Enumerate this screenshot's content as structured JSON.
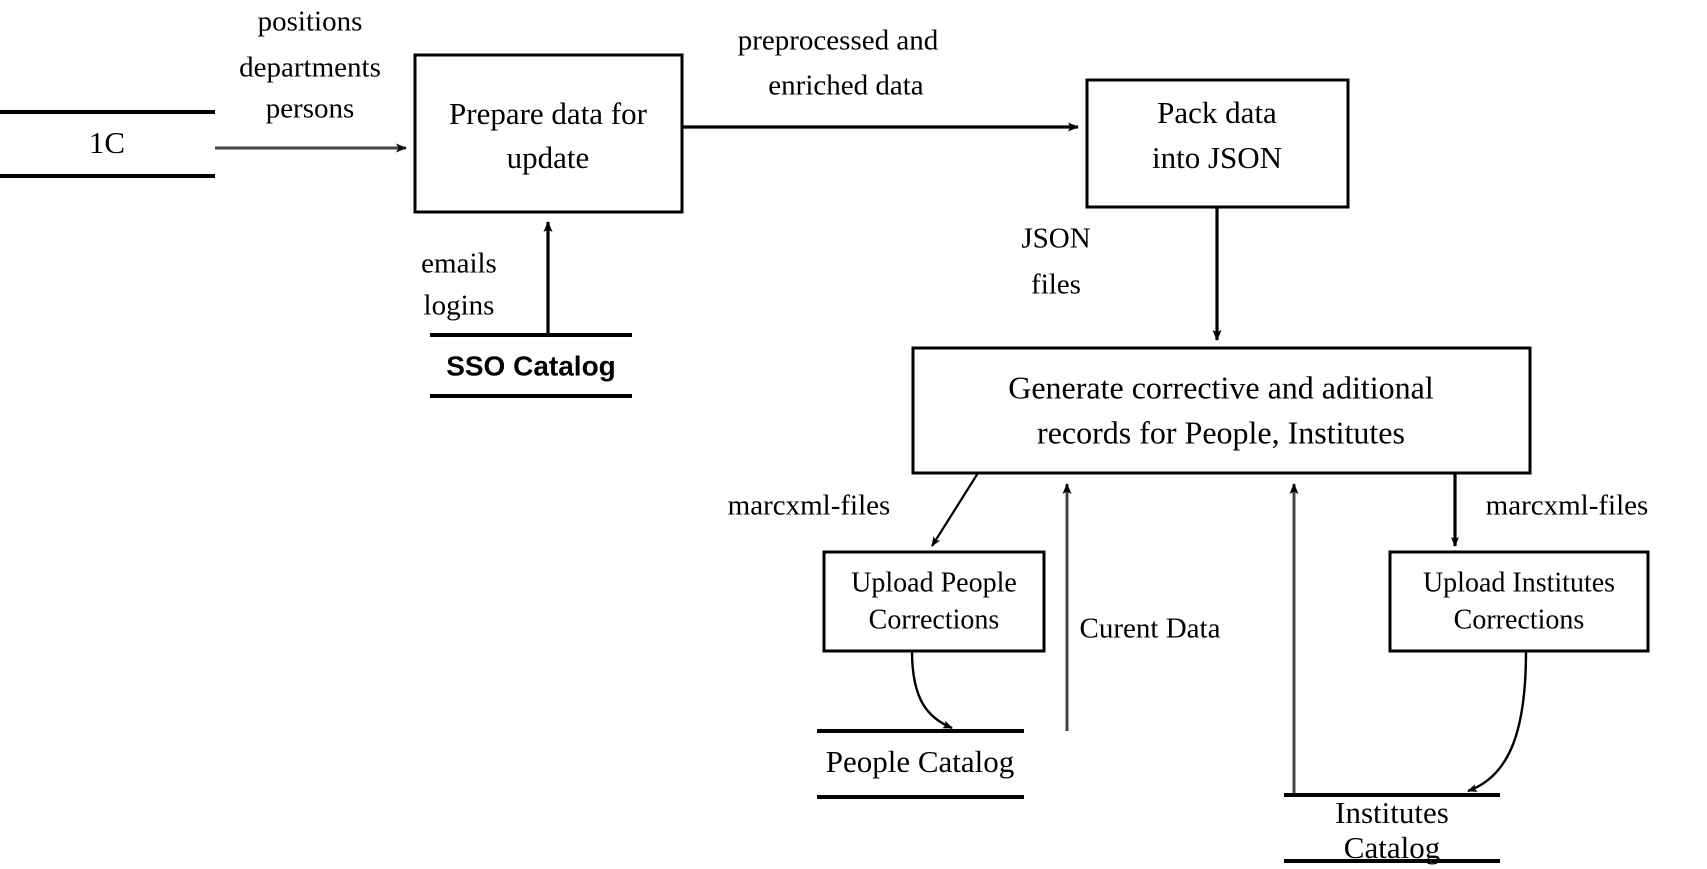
{
  "diagram": {
    "title": "Data update pipeline dataflow diagram",
    "background_color": "#ffffff",
    "stroke_color": "#000000",
    "processes": [
      {
        "id": "prepare-data",
        "lines": [
          "Prepare data for",
          "update"
        ]
      },
      {
        "id": "pack-json",
        "lines": [
          "Pack data",
          "into JSON"
        ]
      },
      {
        "id": "generate-records",
        "lines": [
          "Generate corrective and aditional",
          "records for People, Institutes"
        ]
      },
      {
        "id": "upload-people-corrections",
        "lines": [
          "Upload People",
          "Corrections"
        ]
      },
      {
        "id": "upload-institutes-corrections",
        "lines": [
          "Upload Institutes",
          "Corrections"
        ]
      }
    ],
    "datastores": [
      {
        "id": "store-1c",
        "lines": [
          "1C"
        ]
      },
      {
        "id": "store-sso-catalog",
        "lines": [
          "SSO Catalog"
        ]
      },
      {
        "id": "store-people-catalog",
        "lines": [
          "People Catalog"
        ]
      },
      {
        "id": "store-institutes-catalog",
        "lines": [
          "Institutes",
          "Catalog"
        ]
      }
    ],
    "flows": [
      {
        "id": "flow-1c-to-prepare",
        "lines": [
          "positions",
          "departments",
          "persons"
        ]
      },
      {
        "id": "flow-sso-to-prepare",
        "lines": [
          "emails",
          "logins"
        ]
      },
      {
        "id": "flow-prepare-to-pack",
        "lines": [
          "preprocessed and",
          "enriched data"
        ]
      },
      {
        "id": "flow-pack-to-generate",
        "lines": [
          "JSON",
          "files"
        ]
      },
      {
        "id": "flow-generate-to-people-upload",
        "lines": [
          "marcxml-files"
        ]
      },
      {
        "id": "flow-generate-to-institutes-upload",
        "lines": [
          "marcxml-files"
        ]
      },
      {
        "id": "flow-catalogs-to-generate",
        "lines": [
          "Curent Data"
        ]
      }
    ]
  }
}
